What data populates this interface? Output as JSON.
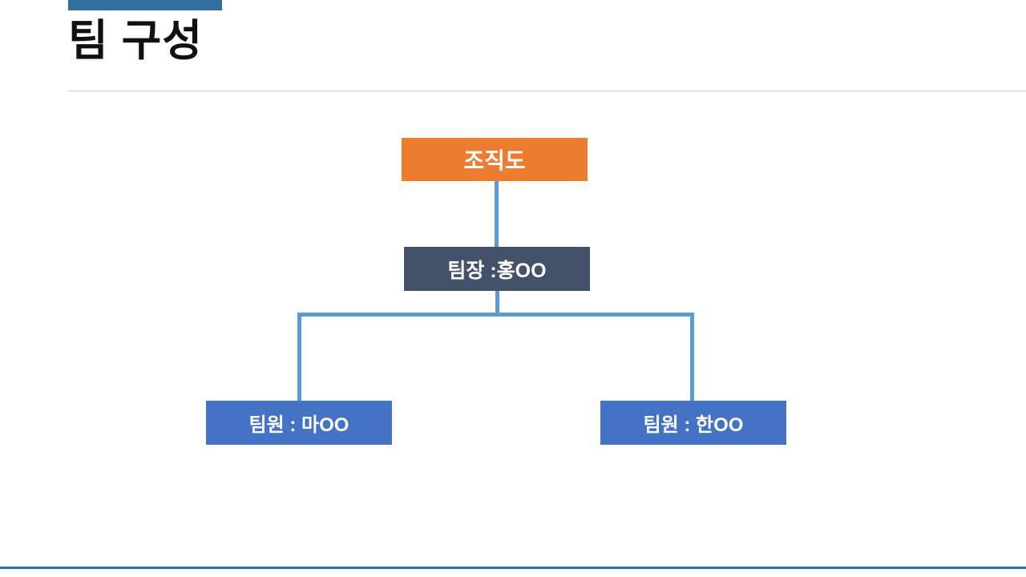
{
  "slide": {
    "title": "팀 구성",
    "accent_color": "#336E9F",
    "footer_color": "#2E6CA4",
    "divider_color": "#c9c9c9",
    "background_color": "#ffffff"
  },
  "org_chart": {
    "connector_color": "#5B9BD5",
    "nodes": [
      {
        "id": "root",
        "label": "조직도",
        "color": "#EC7C30",
        "text_color": "#ffffff"
      },
      {
        "id": "leader",
        "label": "팀장 :홍OO",
        "color": "#43526A",
        "text_color": "#ffffff"
      },
      {
        "id": "member-left",
        "label": "팀원 : 마OO",
        "color": "#4472C4",
        "text_color": "#ffffff"
      },
      {
        "id": "member-right",
        "label": "팀원 : 한OO",
        "color": "#4472C4",
        "text_color": "#ffffff"
      }
    ]
  }
}
